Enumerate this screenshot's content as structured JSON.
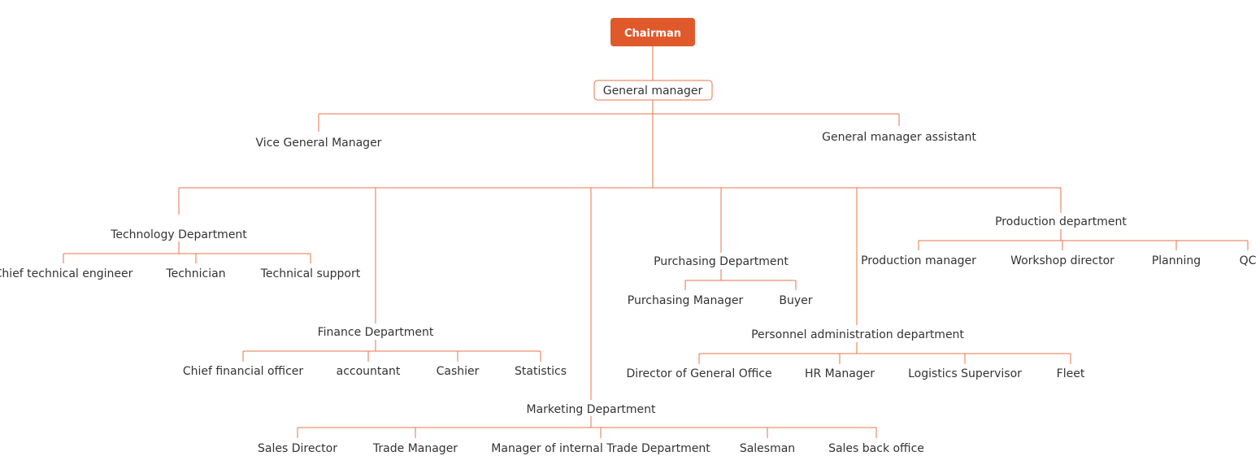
{
  "colors": {
    "accent": "#e0592b",
    "line": "#e8734a",
    "text": "#333333"
  },
  "chart": {
    "root": "Chairman",
    "general_manager": "General manager",
    "vice_gm": "Vice General Manager",
    "gm_assistant": "General manager assistant",
    "technology": {
      "name": "Technology Department",
      "children": [
        "Chief technical engineer",
        "Technician",
        "Technical support"
      ]
    },
    "finance": {
      "name": "Finance Department",
      "children": [
        "Chief financial officer",
        "accountant",
        "Cashier",
        "Statistics"
      ]
    },
    "marketing": {
      "name": "Marketing Department",
      "children": [
        "Sales Director",
        "Trade Manager",
        "Manager of internal Trade Department",
        "Salesman",
        "Sales back office"
      ]
    },
    "purchasing": {
      "name": "Purchasing Department",
      "children": [
        "Purchasing Manager",
        "Buyer"
      ]
    },
    "personnel": {
      "name": "Personnel administration department",
      "children": [
        "Director of General Office",
        "HR Manager",
        "Logistics Supervisor",
        "Fleet"
      ]
    },
    "production": {
      "name": "Production department",
      "children": [
        "Production manager",
        "Workshop director",
        "Planning",
        "QC"
      ]
    }
  }
}
